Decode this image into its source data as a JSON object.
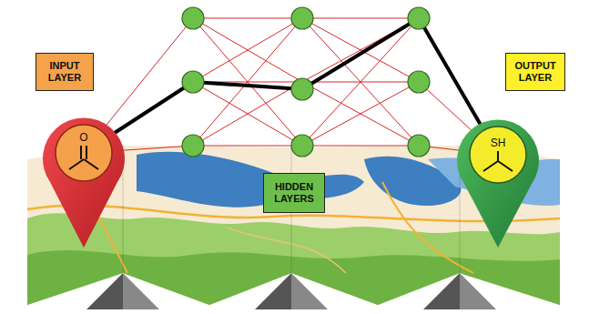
{
  "diagram": {
    "nodes": [
      {
        "text": [
          "INPUT LAYER"
        ]
      },
      {
        "text": [
          "HIDDEN LAYERS"
        ]
      },
      {
        "text": [
          "OUTPUT LAYER"
        ]
      }
    ],
    "labels": [
      "O",
      "SH"
    ]
  }
}
